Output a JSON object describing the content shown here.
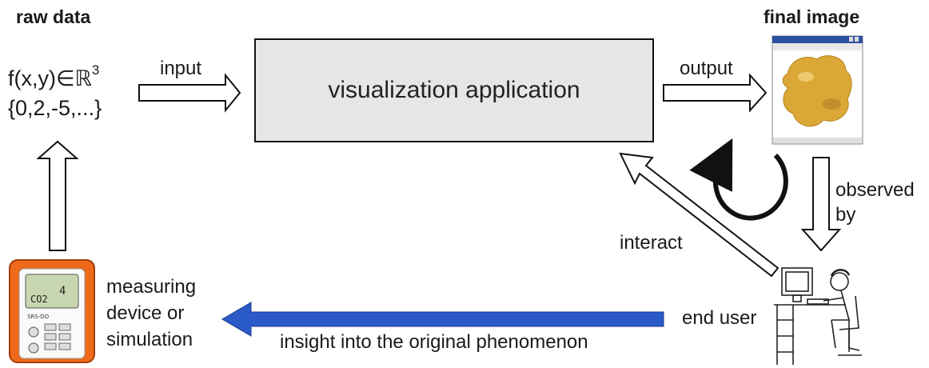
{
  "labels": {
    "raw_data": "raw data",
    "final_image": "final image",
    "formula": "f(x,y)∈ℝ",
    "formula_sup": "3",
    "values": "{0,2,-5,...}",
    "input": "input",
    "output": "output",
    "visualization_application": "visualization application",
    "observed_line1": "observed",
    "observed_line2": "by",
    "interact": "interact",
    "end_user": "end user",
    "measuring_line1": "measuring",
    "measuring_line2": "device or",
    "measuring_line3": "simulation",
    "insight": "insight into the original phenomenon"
  },
  "device": {
    "display_left": "CO2",
    "display_right": "4",
    "brand": "SRS-DO"
  },
  "colors": {
    "insight_arrow": "#2a5ac8",
    "device_body": "#ee6a1a",
    "device_screen": "#c8d6b0",
    "blob": "#dba837",
    "box_fill": "#e6e6e6"
  }
}
